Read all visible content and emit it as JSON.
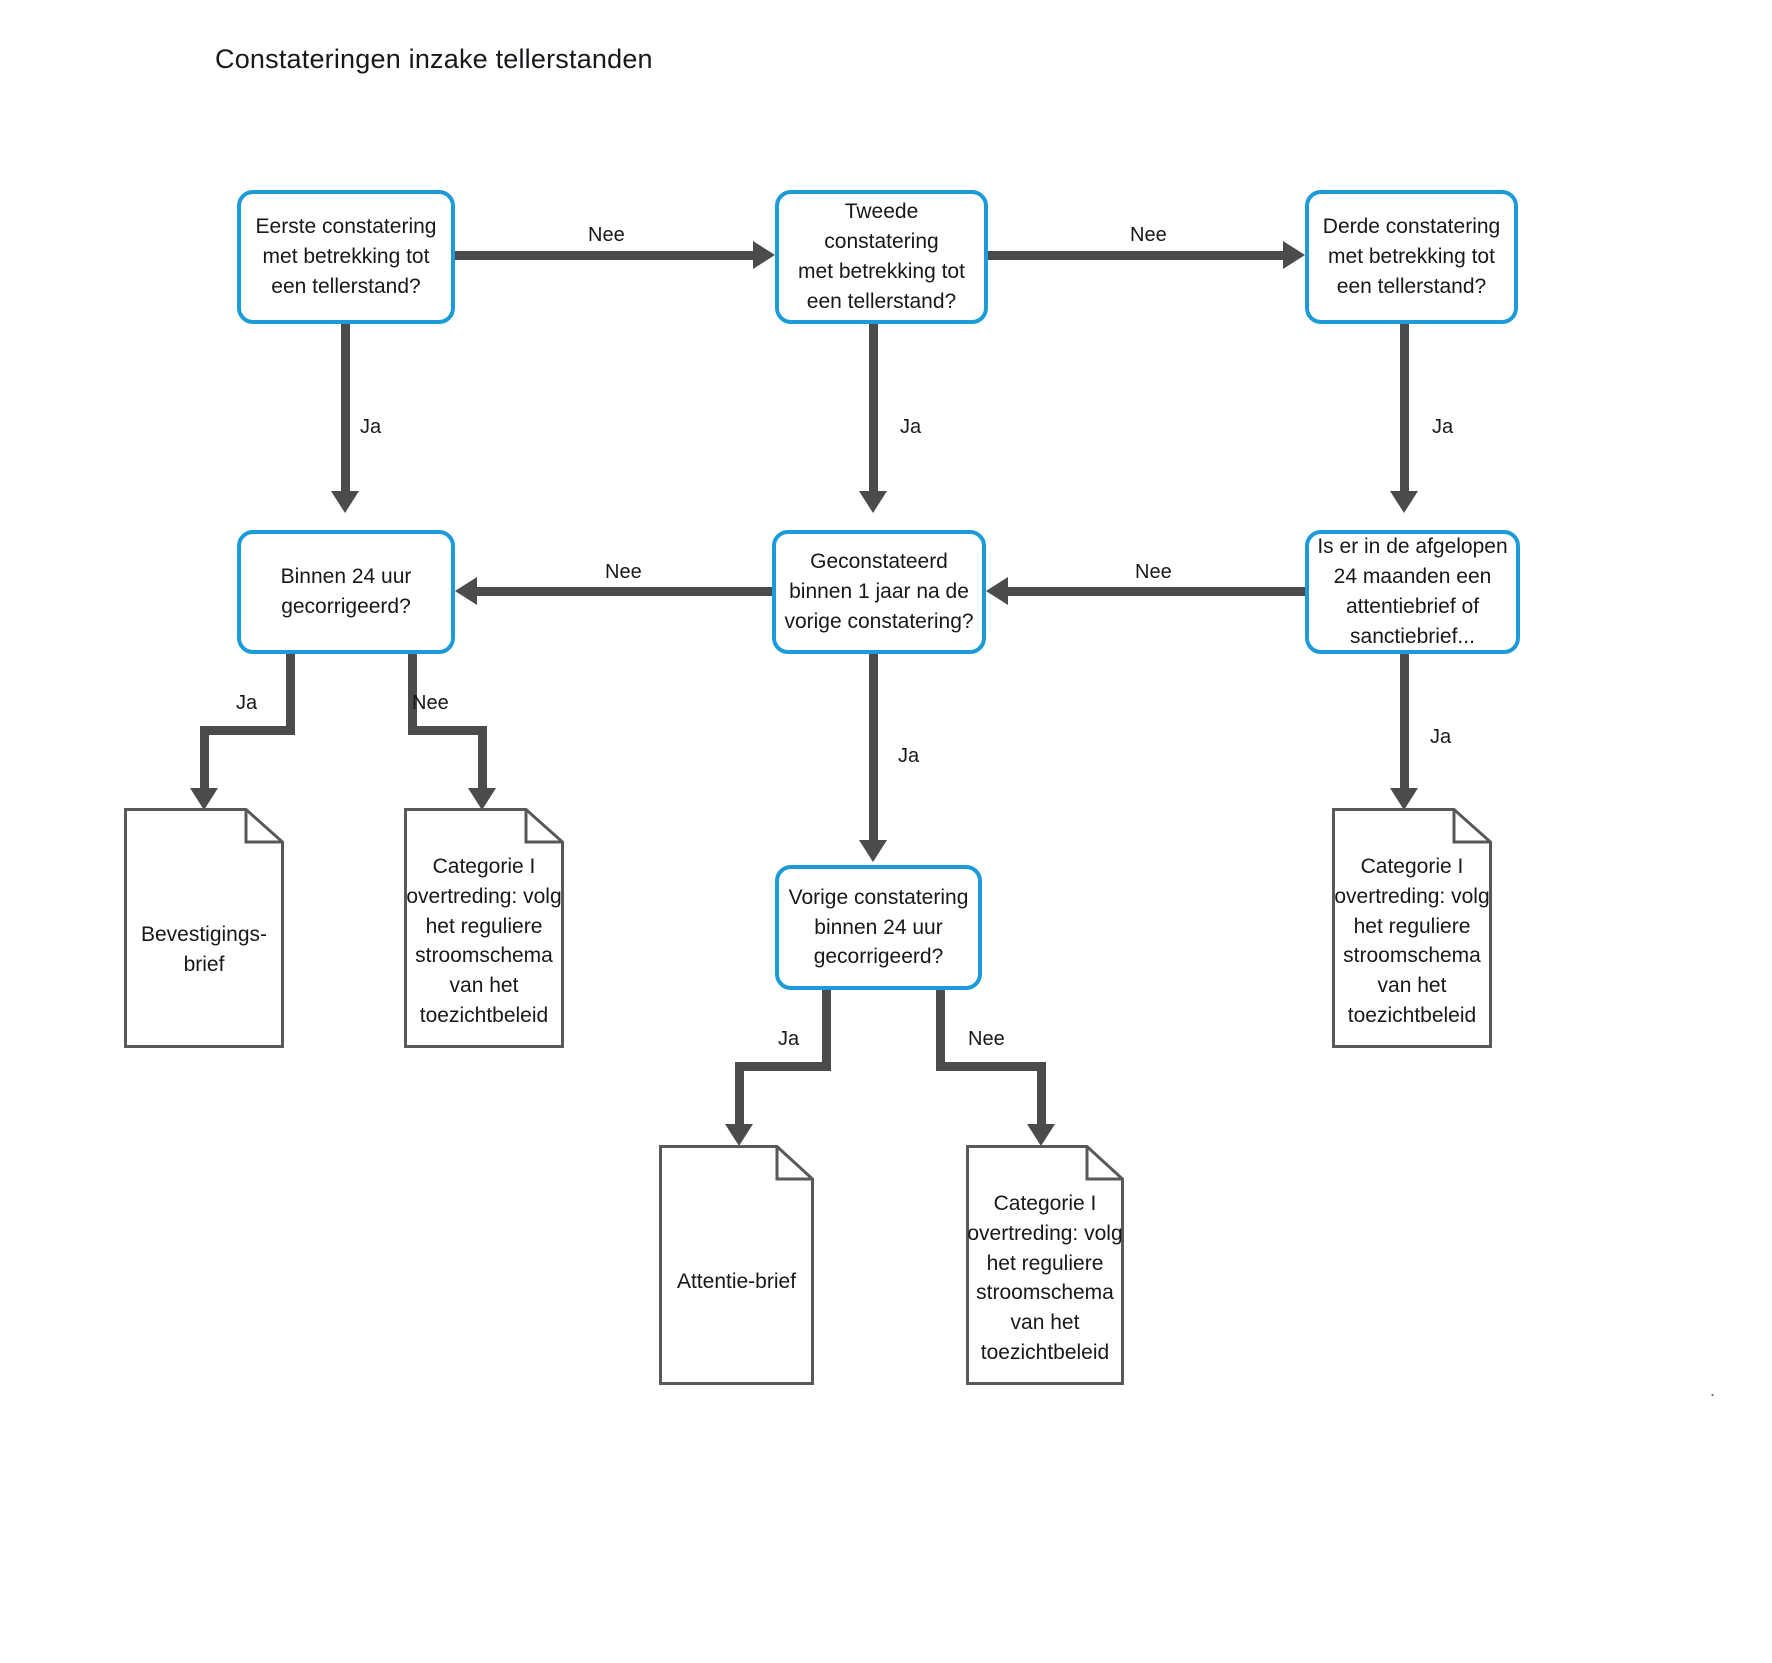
{
  "title": "Constateringen inzake tellerstanden",
  "colors": {
    "decision_border": "#1b9bd8",
    "connector": "#4b4b4b",
    "document_border": "#595959",
    "text": "#17181c",
    "background": "#ffffff"
  },
  "nodes": {
    "eerste_constatering": {
      "type": "decision",
      "line1": "Eerste constatering",
      "line2": "met betrekking tot",
      "line3": "een tellerstand?"
    },
    "tweede_constatering": {
      "type": "decision",
      "line1": "Tweede constatering",
      "line2": "met betrekking tot",
      "line3": "een tellerstand?"
    },
    "derde_constatering": {
      "type": "decision",
      "line1": "Derde constatering",
      "line2": "met betrekking tot",
      "line3": "een tellerstand?"
    },
    "binnen_24_uur": {
      "type": "decision",
      "line1": "Binnen 24 uur",
      "line2": "gecorrigeerd?"
    },
    "geconstateerd_1_jaar": {
      "type": "decision",
      "line1": "Geconstateerd",
      "line2": "binnen 1 jaar na de",
      "line3": "vorige constatering?"
    },
    "afgelopen_24_maanden": {
      "type": "decision",
      "line1": "Is er in de afgelopen",
      "line2": "24 maanden een",
      "line3": "attentiebrief of",
      "line4": "sanctiebrief..."
    },
    "vorige_constatering": {
      "type": "decision",
      "line1": "Vorige constatering",
      "line2": "binnen 24 uur",
      "line3": "gecorrigeerd?"
    },
    "bevestigings_brief": {
      "type": "document",
      "line1": "Bevestigings-",
      "line2": "brief"
    },
    "categorie_i_links": {
      "type": "document",
      "line1": "Categorie I",
      "line2": "overtreding:",
      "line3": "volg het",
      "line4": "reguliere",
      "line5": "stroomschema",
      "line6": "van het",
      "line7": "toezichtbeleid"
    },
    "categorie_i_rechts": {
      "type": "document",
      "line1": "Categorie I",
      "line2": "overtreding:",
      "line3": "volg het",
      "line4": "reguliere",
      "line5": "stroomschema",
      "line6": "van het",
      "line7": "toezichtbeleid"
    },
    "attentie_brief": {
      "type": "document",
      "line1": "Attentie-brief"
    },
    "categorie_i_onder": {
      "type": "document",
      "line1": "Categorie I",
      "line2": "overtreding:",
      "line3": "volg het",
      "line4": "reguliere",
      "line5": "stroomschema",
      "line6": "van het",
      "line7": "toezichtbeleid"
    }
  },
  "edges": {
    "eerste_to_tweede": "Nee",
    "tweede_to_derde": "Nee",
    "eerste_to_binnen24": "Ja",
    "tweede_to_geconstateerd": "Ja",
    "derde_to_afgelopen24": "Ja",
    "geconstateerd_to_binnen24": "Nee",
    "afgelopen24_to_geconstateerd": "Nee",
    "binnen24_ja": "Ja",
    "binnen24_nee": "Nee",
    "geconstateerd_to_vorige": "Ja",
    "afgelopen24_to_categorie": "Ja",
    "vorige_ja": "Ja",
    "vorige_nee": "Nee"
  },
  "footnote": "."
}
